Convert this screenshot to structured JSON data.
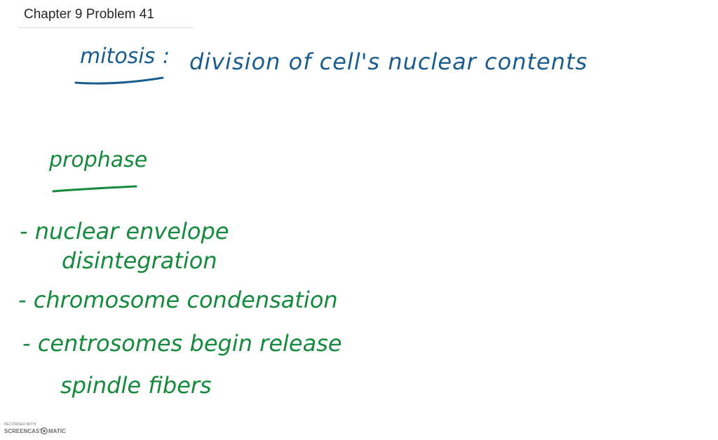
{
  "header": {
    "title": "Chapter 9 Problem 41"
  },
  "handwriting": {
    "mitosis_term": "mitosis",
    "mitosis_colon": ":",
    "mitosis_definition": "division of cell's nuclear contents",
    "prophase_heading": "prophase",
    "bullets": [
      {
        "line1": "- nuclear envelope",
        "line2": "disintegration"
      },
      {
        "line1": "- chromosome condensation"
      },
      {
        "line1": "- centrosomes begin release",
        "line2": "spindle fibers"
      }
    ]
  },
  "watermark": {
    "caption": "RECORDED WITH",
    "brand_left": "SCREENCAST",
    "brand_right": "MATIC",
    "icon": "screencast-record-icon"
  },
  "colors": {
    "ink_blue": "#1b5c8f",
    "ink_green": "#158a3c",
    "title_text": "#262626"
  }
}
